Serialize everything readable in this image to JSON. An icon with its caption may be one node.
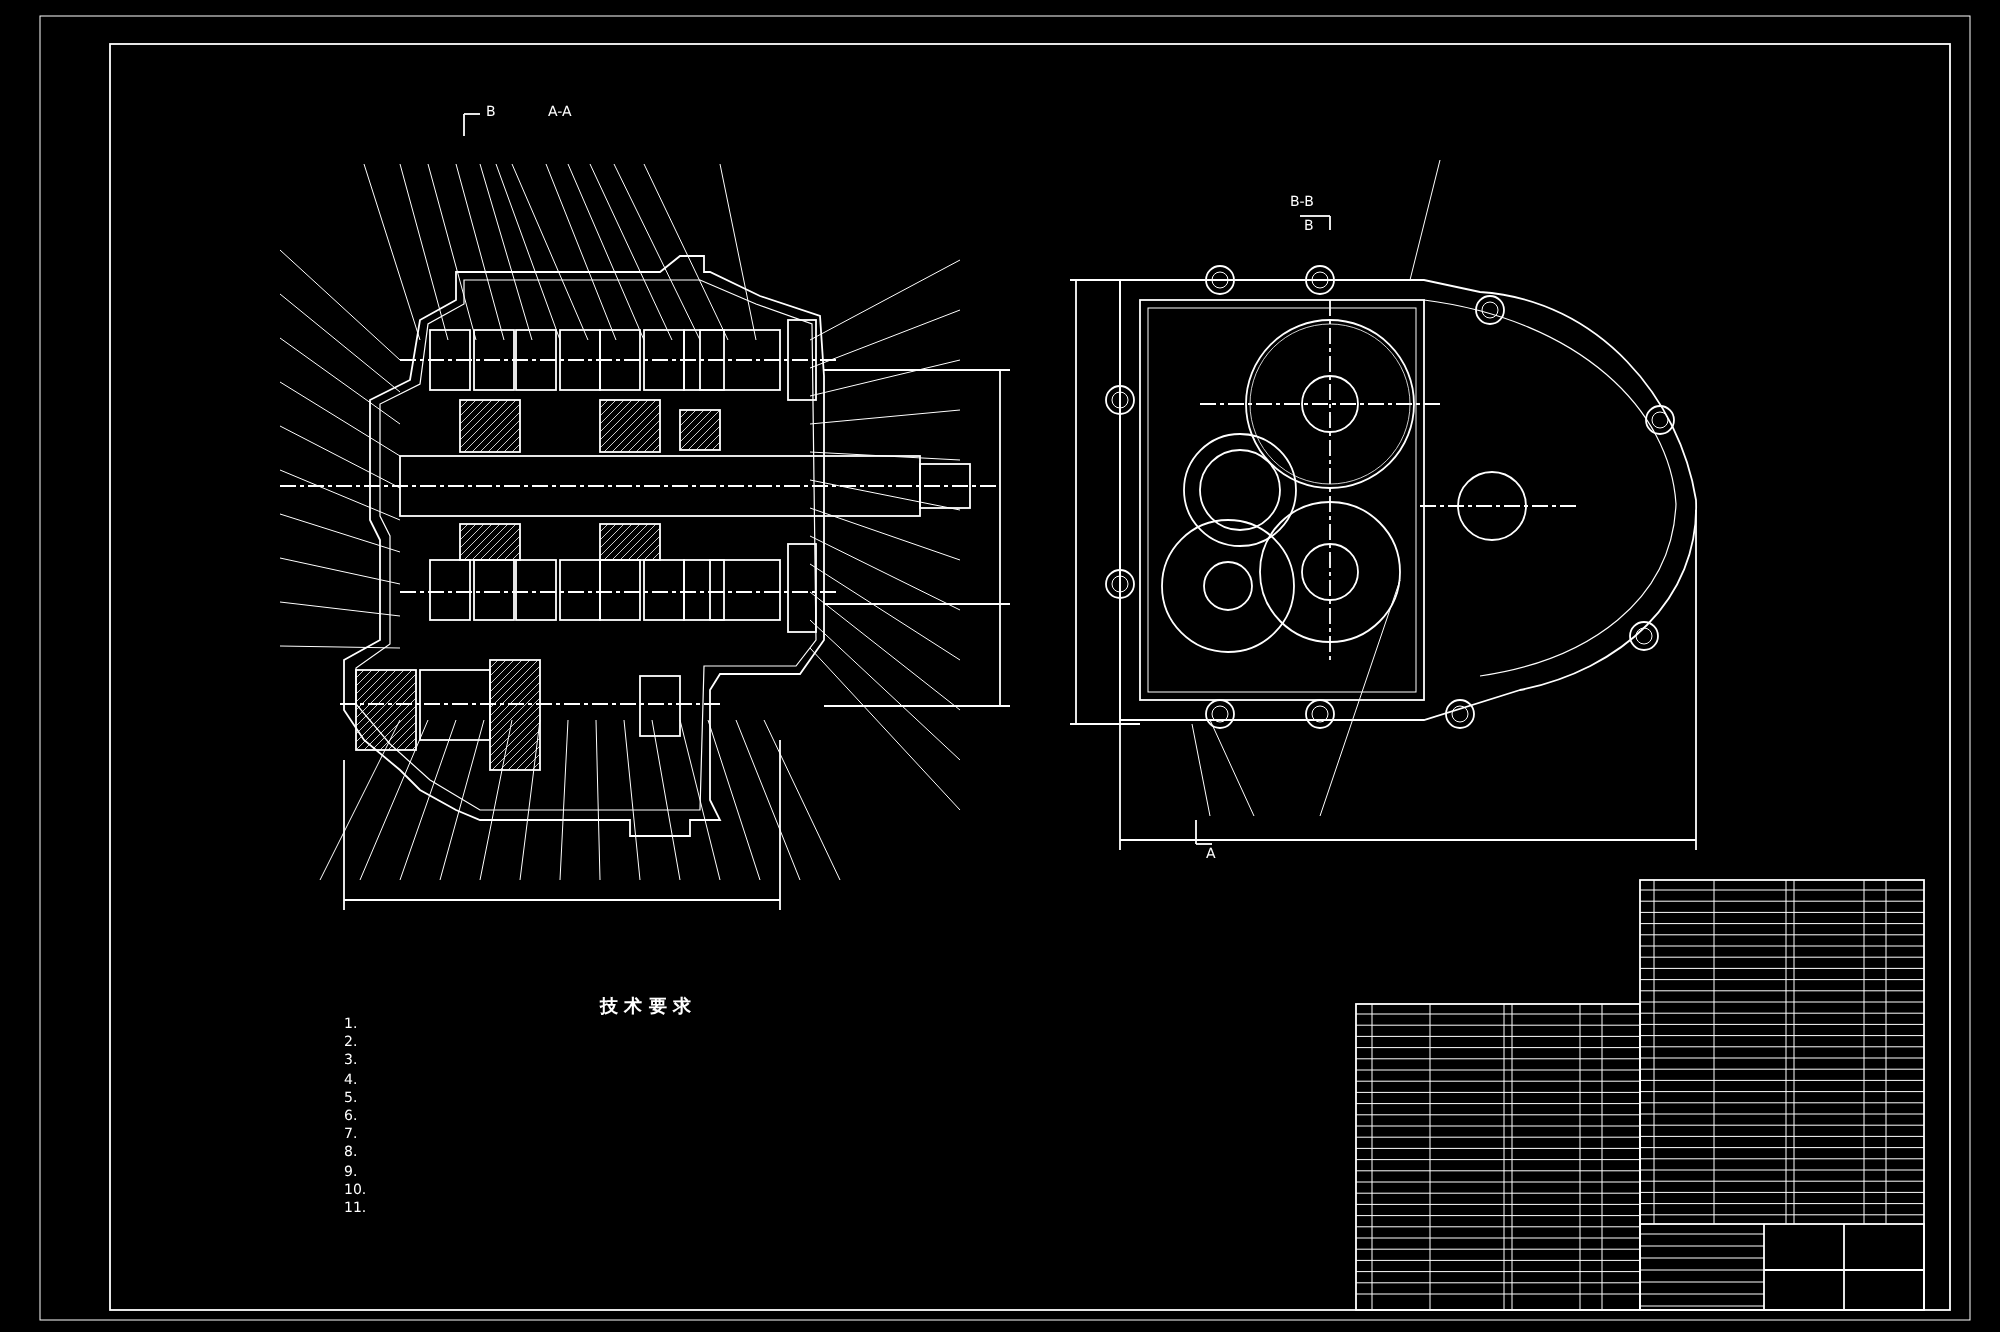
{
  "diagram": {
    "labels": [
      "B",
      "A-A",
      "B-B",
      "B",
      "技 术 要 求",
      "1.",
      "2.",
      "3.",
      "4.",
      "5.",
      "6.",
      "7.",
      "8.",
      "9.",
      "10.",
      "11.",
      "A"
    ]
  }
}
